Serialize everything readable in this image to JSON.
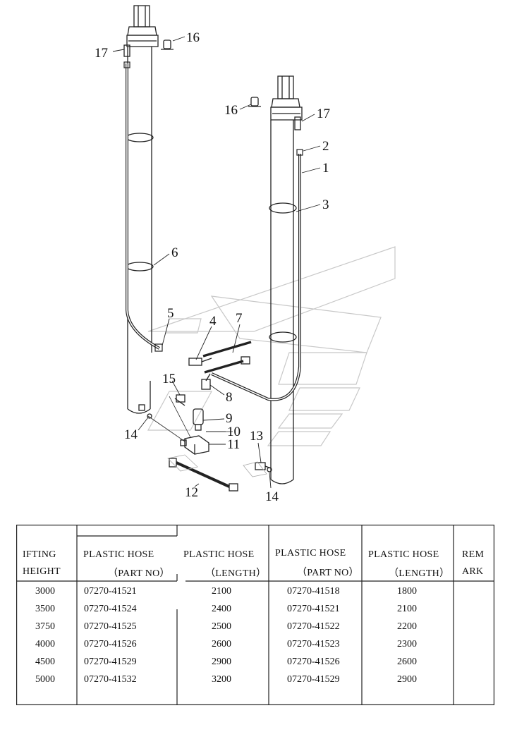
{
  "diagram": {
    "callouts": [
      "1",
      "2",
      "3",
      "4",
      "5",
      "6",
      "7",
      "8",
      "9",
      "10",
      "11",
      "12",
      "13",
      "14",
      "14",
      "15",
      "16",
      "16",
      "17",
      "17"
    ]
  },
  "table": {
    "headers": {
      "height_line1": "IFTING",
      "height_line2": "HEIGHT",
      "hose1_part_line1": "PLASTIC HOSE",
      "hose1_part_line2": "（PART NO）",
      "hose1_len_line1": "PLASTIC HOSE",
      "hose1_len_line2": "（LENGTH）",
      "hose2_part_line1": "PLASTIC HOSE",
      "hose2_part_line2": "（PART NO）",
      "hose2_len_line1": "PLASTIC HOSE",
      "hose2_len_line2": "（LENGTH）",
      "remark_line1": "REM",
      "remark_line2": "ARK"
    },
    "rows": [
      {
        "height": "3000",
        "part1": "07270-41521",
        "len1": "2100",
        "part2": "07270-41518",
        "len2": "1800"
      },
      {
        "height": "3500",
        "part1": "07270-41524",
        "len1": "2400",
        "part2": "07270-41521",
        "len2": "2100"
      },
      {
        "height": "3750",
        "part1": "07270-41525",
        "len1": "2500",
        "part2": "07270-41522",
        "len2": "2200"
      },
      {
        "height": "4000",
        "part1": "07270-41526",
        "len1": "2600",
        "part2": "07270-41523",
        "len2": "2300"
      },
      {
        "height": "4500",
        "part1": "07270-41529",
        "len1": "2900",
        "part2": "07270-41526",
        "len2": "2600"
      },
      {
        "height": "5000",
        "part1": "07270-41532",
        "len1": "3200",
        "part2": "07270-41529",
        "len2": "2900"
      }
    ]
  }
}
